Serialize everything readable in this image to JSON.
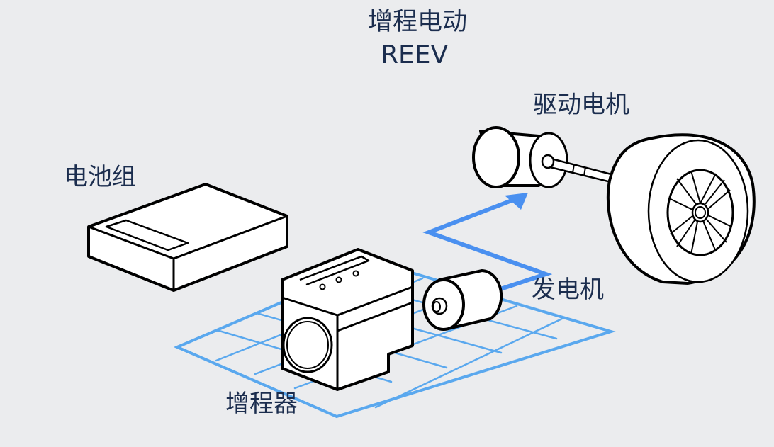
{
  "title": {
    "zh": "增程电动",
    "en": "REEV"
  },
  "labels": {
    "battery": "电池组",
    "range_extender": "增程器",
    "generator": "发电机",
    "drive_motor": "驱动电机"
  },
  "colors": {
    "background": "#ebecee",
    "text": "#1b2d4e",
    "grid": "#5aa8ee",
    "arrow": "#4a90f0",
    "outline": "#000000",
    "fill": "#ffffff"
  }
}
